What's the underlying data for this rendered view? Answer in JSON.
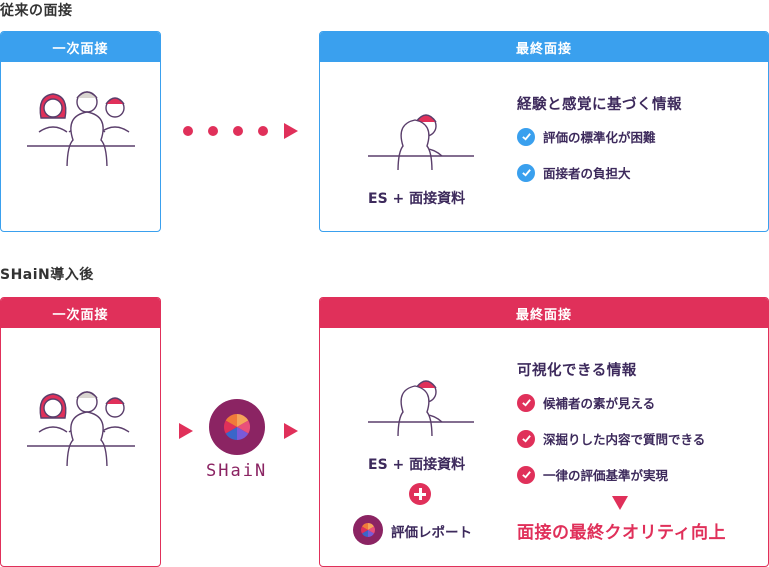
{
  "before": {
    "title": "従来の面接",
    "first_interview": {
      "label": "一次面接"
    },
    "final_interview": {
      "label": "最終面接",
      "heading": "経験と感覚に基づく情報",
      "caption": "ES + 面接資料",
      "items": [
        "評価の標準化が困難",
        "面接者の負担大"
      ]
    }
  },
  "after": {
    "title": "SHaiN導入後",
    "first_interview": {
      "label": "一次面接"
    },
    "shain_logo_text": "SHaiN",
    "final_interview": {
      "label": "最終面接",
      "heading": "可視化できる情報",
      "caption": "ES + 面接資料",
      "report_label": "評価レポート",
      "items": [
        "候補者の素が見える",
        "深掘りした内容で質問できる",
        "一律の評価基準が実現"
      ],
      "result": "面接の最終クオリティ向上"
    }
  },
  "colors": {
    "blue": "#3aa0ee",
    "red": "#e0305a",
    "text_dark": "#3d2a5c",
    "logo": "#8b2463"
  }
}
